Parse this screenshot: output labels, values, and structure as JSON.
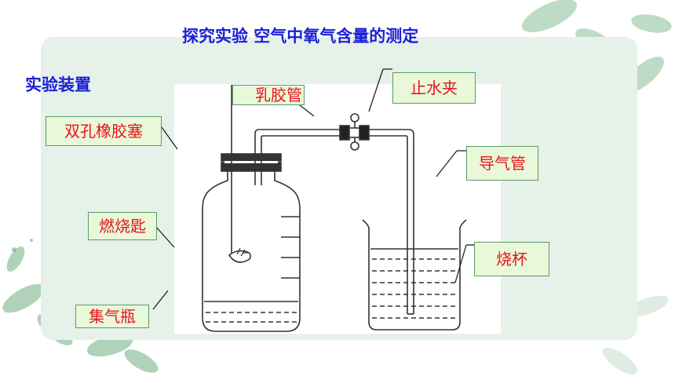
{
  "title": "探究实验 空气中氧气含量的测定",
  "section": "实验装置",
  "labels": {
    "stopper": "双孔橡胶塞",
    "spoon": "燃烧匙",
    "bottle": "集气瓶",
    "rubber_tube": "乳胶管",
    "clamp": "止水夹",
    "tube": "导气管",
    "beaker": "烧杯"
  },
  "colors": {
    "title": "#1a1fd6",
    "label_text": "#e8141c",
    "label_bg": "#e8f8d8",
    "panel": "#e6f1ea"
  }
}
